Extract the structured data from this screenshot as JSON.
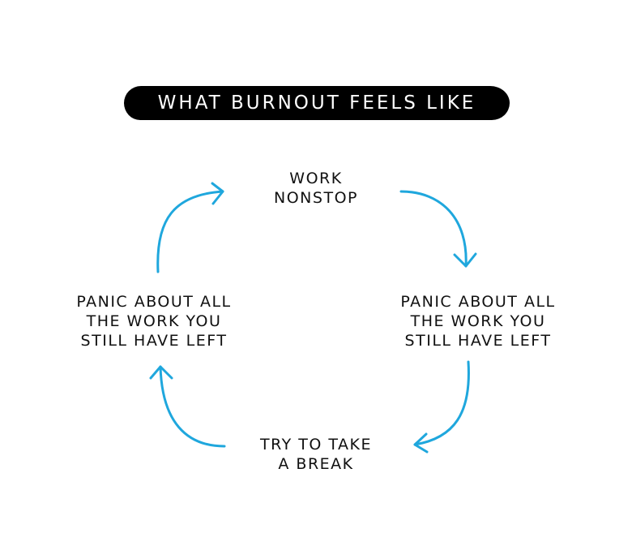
{
  "title": "WHAT BURNOUT FEELS LIKE",
  "cycle": {
    "nodes": [
      {
        "id": "top",
        "label": "WORK\nNONSTOP"
      },
      {
        "id": "right",
        "label": "PANIC ABOUT ALL\nTHE WORK YOU\nSTILL HAVE LEFT"
      },
      {
        "id": "bottom",
        "label": "TRY TO TAKE\nA BREAK"
      },
      {
        "id": "left",
        "label": "PANIC ABOUT ALL\nTHE WORK YOU\nSTILL HAVE LEFT"
      }
    ],
    "arrow_color": "#1fa7dd",
    "direction": "clockwise"
  }
}
